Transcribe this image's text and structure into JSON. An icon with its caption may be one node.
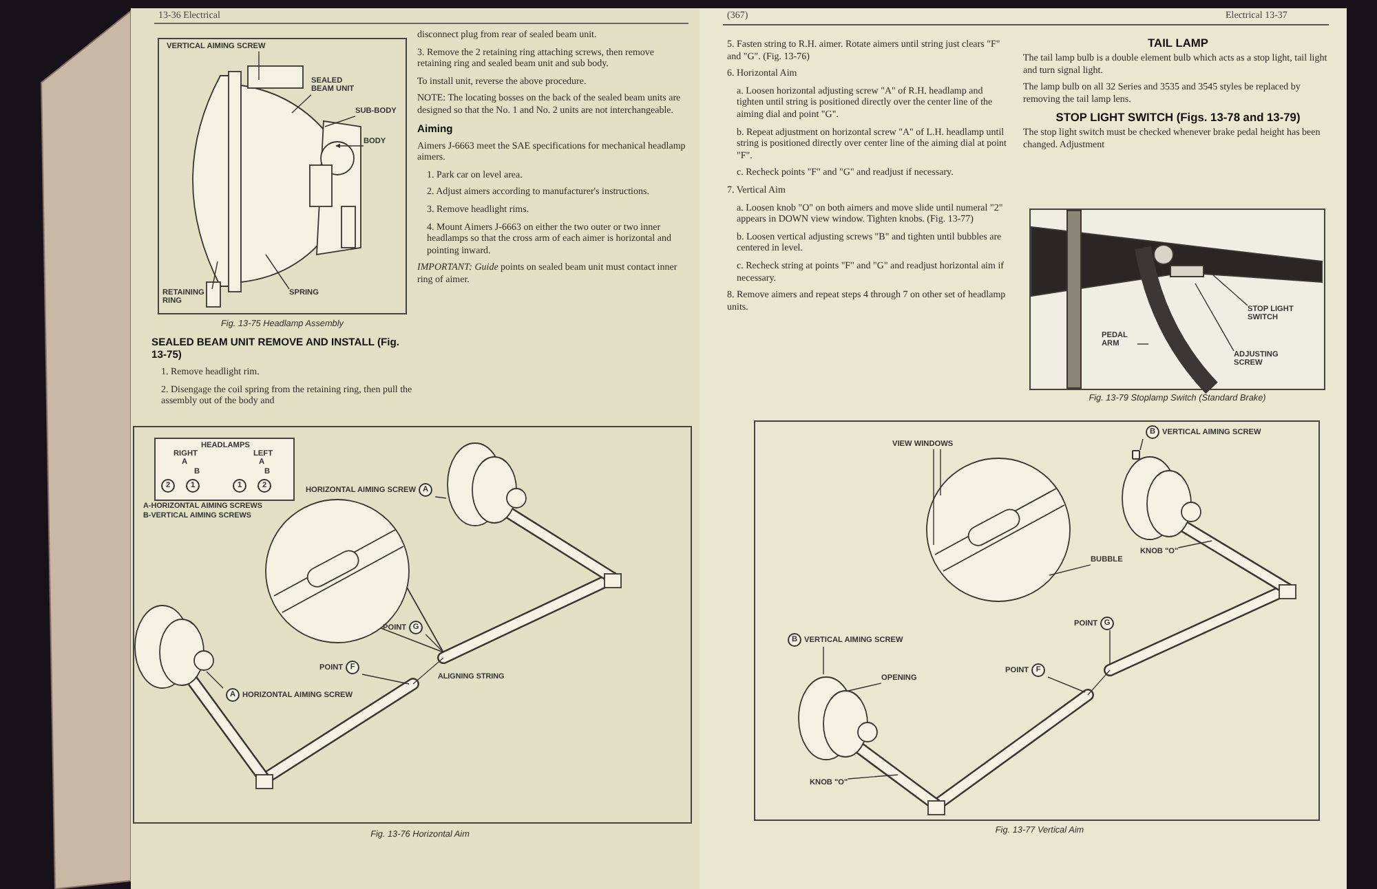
{
  "diagram": {
    "nodes": [
      {
        "text": [
          "VERTICAL AIMING SCREW"
        ]
      },
      {
        "text": [
          "SEALED BEAM UNIT"
        ]
      },
      {
        "text": [
          "SUB-BODY"
        ]
      },
      {
        "text": [
          "BODY"
        ]
      },
      {
        "text": [
          "RETAINING RING"
        ]
      },
      {
        "text": [
          "SPRING"
        ]
      },
      {
        "text": [
          "HEADLAMPS",
          "RIGHT",
          "A",
          "B",
          "2",
          "1",
          "LEFT",
          "A",
          "B",
          "1",
          "2"
        ],
        "beside": [
          "A-HORIZONTAL AIMING SCREWS",
          "B-VERTICAL AIMING SCREWS"
        ]
      },
      {
        "text": [
          "HORIZONTAL AIMING SCREW",
          "A"
        ]
      },
      {
        "text": [
          "POINT",
          "G"
        ]
      },
      {
        "text": [
          "POINT",
          "F"
        ]
      },
      {
        "text": [
          "A",
          "HORIZONTAL AIMING SCREW"
        ]
      },
      {
        "text": [
          "B",
          "VERTICAL AIMING SCREW"
        ]
      },
      {
        "text": [
          "VIEW WINDOWS"
        ]
      },
      {
        "text": [
          "BUBBLE"
        ]
      },
      {
        "text": [
          "B",
          "VERTICAL AIMING SCREW"
        ]
      },
      {
        "text": [
          "KNOB \"O\""
        ]
      },
      {
        "text": [
          "POINT",
          "G"
        ]
      },
      {
        "text": [
          "OPENING"
        ]
      },
      {
        "text": [
          "POINT",
          "F"
        ]
      },
      {
        "text": [
          "KNOB \"O\""
        ]
      },
      {
        "text": [
          "STOP LIGHT SWITCH"
        ]
      },
      {
        "text": [
          "PEDAL ARM"
        ]
      },
      {
        "text": [
          "ADJUSTING SCREW"
        ]
      },
      {
        "text": [],
        "shape": "box"
      }
    ],
    "edges": [
      {
        "from": 0,
        "to": null,
        "arrow": "none"
      },
      {
        "from": 1,
        "to": null,
        "arrow": "none"
      },
      {
        "from": 2,
        "to": null,
        "arrow": "none"
      },
      {
        "from": 3,
        "to": null,
        "arrow": "to"
      },
      {
        "from": 4,
        "to": null,
        "arrow": "none"
      },
      {
        "from": 5,
        "to": null,
        "arrow": "none"
      },
      {
        "from": 7,
        "to": null,
        "arrow": "none"
      },
      {
        "from": 8,
        "to": null,
        "arrow": "none"
      },
      {
        "from": 9,
        "to": null,
        "arrow": "none"
      },
      {
        "from": 10,
        "to": null,
        "arrow": "none"
      },
      {
        "from": 11,
        "to": 23,
        "arrow": "none"
      },
      {
        "from": 12,
        "to": null,
        "arrow": "none"
      },
      {
        "from": 12,
        "to": null,
        "arrow": "none"
      },
      {
        "from": 13,
        "to": null,
        "arrow": "none"
      },
      {
        "from": 14,
        "to": null,
        "arrow": "none"
      },
      {
        "from": 15,
        "to": null,
        "arrow": "none"
      },
      {
        "from": 16,
        "to": null,
        "arrow": "none"
      },
      {
        "from": 17,
        "to": null,
        "arrow": "none"
      },
      {
        "from": 18,
        "to": null,
        "arrow": "none"
      },
      {
        "from": 19,
        "to": null,
        "arrow": "none"
      },
      {
        "from": 20,
        "to": null,
        "arrow": "none"
      },
      {
        "from": 21,
        "to": null,
        "arrow": "none"
      },
      {
        "from": 22,
        "to": null,
        "arrow": "none"
      }
    ],
    "labels": [
      "13-36 Electrical",
      "Fig. 13-75 Headlamp Assembly",
      "SEALED BEAM UNIT REMOVE AND INSTALL (Fig. 13-75)",
      "1. Remove headlight rim.",
      "2. Disengage the coil spring from the retaining ring, then pull the assembly out of the body and",
      "disconnect plug from rear of sealed beam unit.",
      "3. Remove the 2 retaining ring attaching screws, then remove retaining ring and sealed beam unit and sub body.",
      "To install unit, reverse the above procedure.",
      "NOTE: The locating bosses on the back of the sealed beam units are designed so that the No. 1 and No. 2 units are not interchangeable.",
      "Aiming",
      "Aimers J-6663 meet the SAE specifications for mechanical headlamp aimers.",
      "1. Park car on level area.",
      "2. Adjust aimers according to manufacturer's instructions.",
      "3. Remove headlight rims.",
      "4. Mount Aimers J-6663 on either the two outer or two inner headlamps so that the cross arm of each aimer is horizontal and pointing inward.",
      "*IMPORTANT:* *Guide* points on sealed beam unit must contact inner ring of aimer.",
      "ALIGNING STRING",
      "Fig. 13-76 Horizontal Aim",
      "(367)",
      "Electrical 13-37",
      "5. Fasten string to R.H. aimer. Rotate aimers until string just clears \"F\" and \"G\". (Fig. 13-76)",
      "6. Horizontal Aim",
      "a. Loosen horizontal adjusting screw \"A\" of R.H. headlamp and tighten until string is positioned directly over the center line of the aiming dial and point \"G\".",
      "b. Repeat adjustment on horizontal screw \"A\" of L.H. headlamp until string is positioned directly over center line of the aiming dial at point \"F\".",
      "c. Recheck points \"F\" and \"G\" and readjust if necessary.",
      "7. Vertical Aim",
      "a. Loosen knob \"O\" on both aimers and move slide until numeral \"2\" appears in DOWN view window. Tighten knobs. (Fig. 13-77)",
      "b. Loosen vertical adjusting screws \"B\" and tighten until bubbles are centered in level.",
      "c. Recheck string at points \"F\" and \"G\" and readjust horizontal aim if necessary.",
      "8. Remove aimers and repeat steps 4 through 7 on other set of headlamp units.",
      "TAIL LAMP",
      "The tail lamp bulb is a double element bulb which acts as a stop light, tail light and turn signal light.",
      "The lamp bulb on all 32 Series and 3535 and 3545 styles be replaced by removing the tail lamp lens.",
      "STOP LIGHT SWITCH (Figs. 13-78 and 13-79)",
      "The stop light switch must be checked whenever brake pedal height has been changed. Adjustment",
      "Fig. 13-79 Stoplamp Switch (Standard Brake)",
      "Fig. 13-77 Vertical Aim"
    ]
  }
}
